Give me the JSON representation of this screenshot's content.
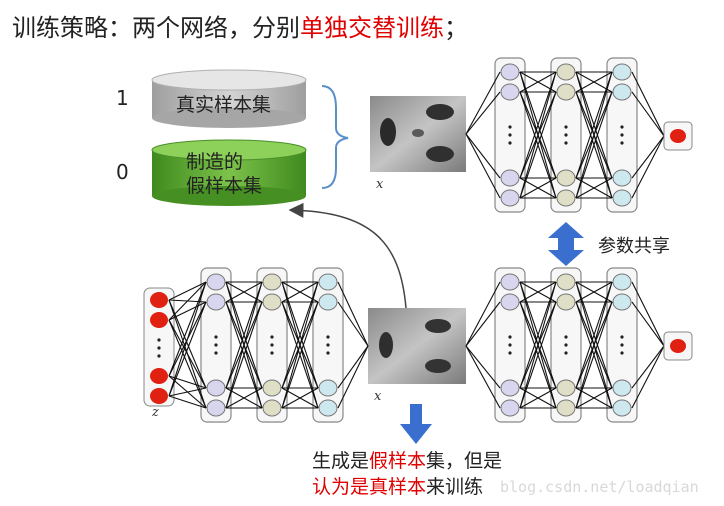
{
  "title": {
    "prefix": "训练策略：两个网络，分别",
    "highlight": "单独交替训练",
    "suffix": "；"
  },
  "datasets": [
    {
      "label": "1",
      "name": "真实样本集",
      "color": "#bdbdbd"
    },
    {
      "label": "0",
      "name_line1": "制造的",
      "name_line2": "假样本集",
      "color": "#5aa02c"
    }
  ],
  "top_network": {
    "input_symbol": "x",
    "layers": [
      "#d8d6ee",
      "#dedfc6",
      "#cde8ee"
    ],
    "output_color": "#e02010"
  },
  "bottom_network": {
    "noise_symbol": "z",
    "input_color": "#e02010",
    "layers": [
      "#d8d6ee",
      "#dedfc6",
      "#cde8ee"
    ]
  },
  "shared_params_label": "参数共享",
  "caption": {
    "line1_a": "生成是",
    "line1_b": "假样本",
    "line1_c": "集，但是",
    "line2_a": "认为是真样本",
    "line2_b": "来训练"
  },
  "watermark": "blog.csdn.net/loadqian",
  "colors": {
    "accent_red": "#e00000",
    "arrow_blue": "#3a6fd0"
  }
}
